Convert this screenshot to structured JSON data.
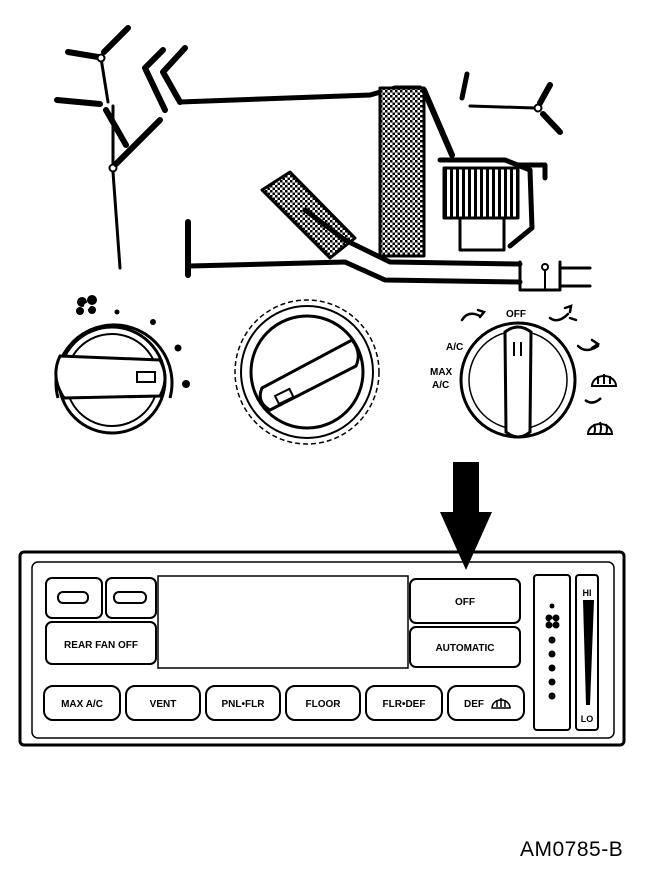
{
  "rotary_panel": {
    "mode_labels": {
      "off": "OFF",
      "ac": "A/C",
      "max_ac_line1": "MAX",
      "max_ac_line2": "A/C"
    }
  },
  "electronic_panel": {
    "buttons": {
      "rear_fan_off": "REAR FAN OFF",
      "off": "OFF",
      "automatic": "AUTOMATIC",
      "max_ac": "MAX A/C",
      "vent": "VENT",
      "pnl_flr": "PNL•FLR",
      "floor": "FLOOR",
      "flr_def": "FLR•DEF",
      "def": "DEF"
    },
    "temp_scale": {
      "hi": "HI",
      "lo": "LO"
    }
  },
  "figure_id": "AM0785-B",
  "icons": [
    "fan-icon",
    "panel-vent-icon",
    "defrost-icon",
    "rear-defrost-icon",
    "down-arrow-icon"
  ]
}
